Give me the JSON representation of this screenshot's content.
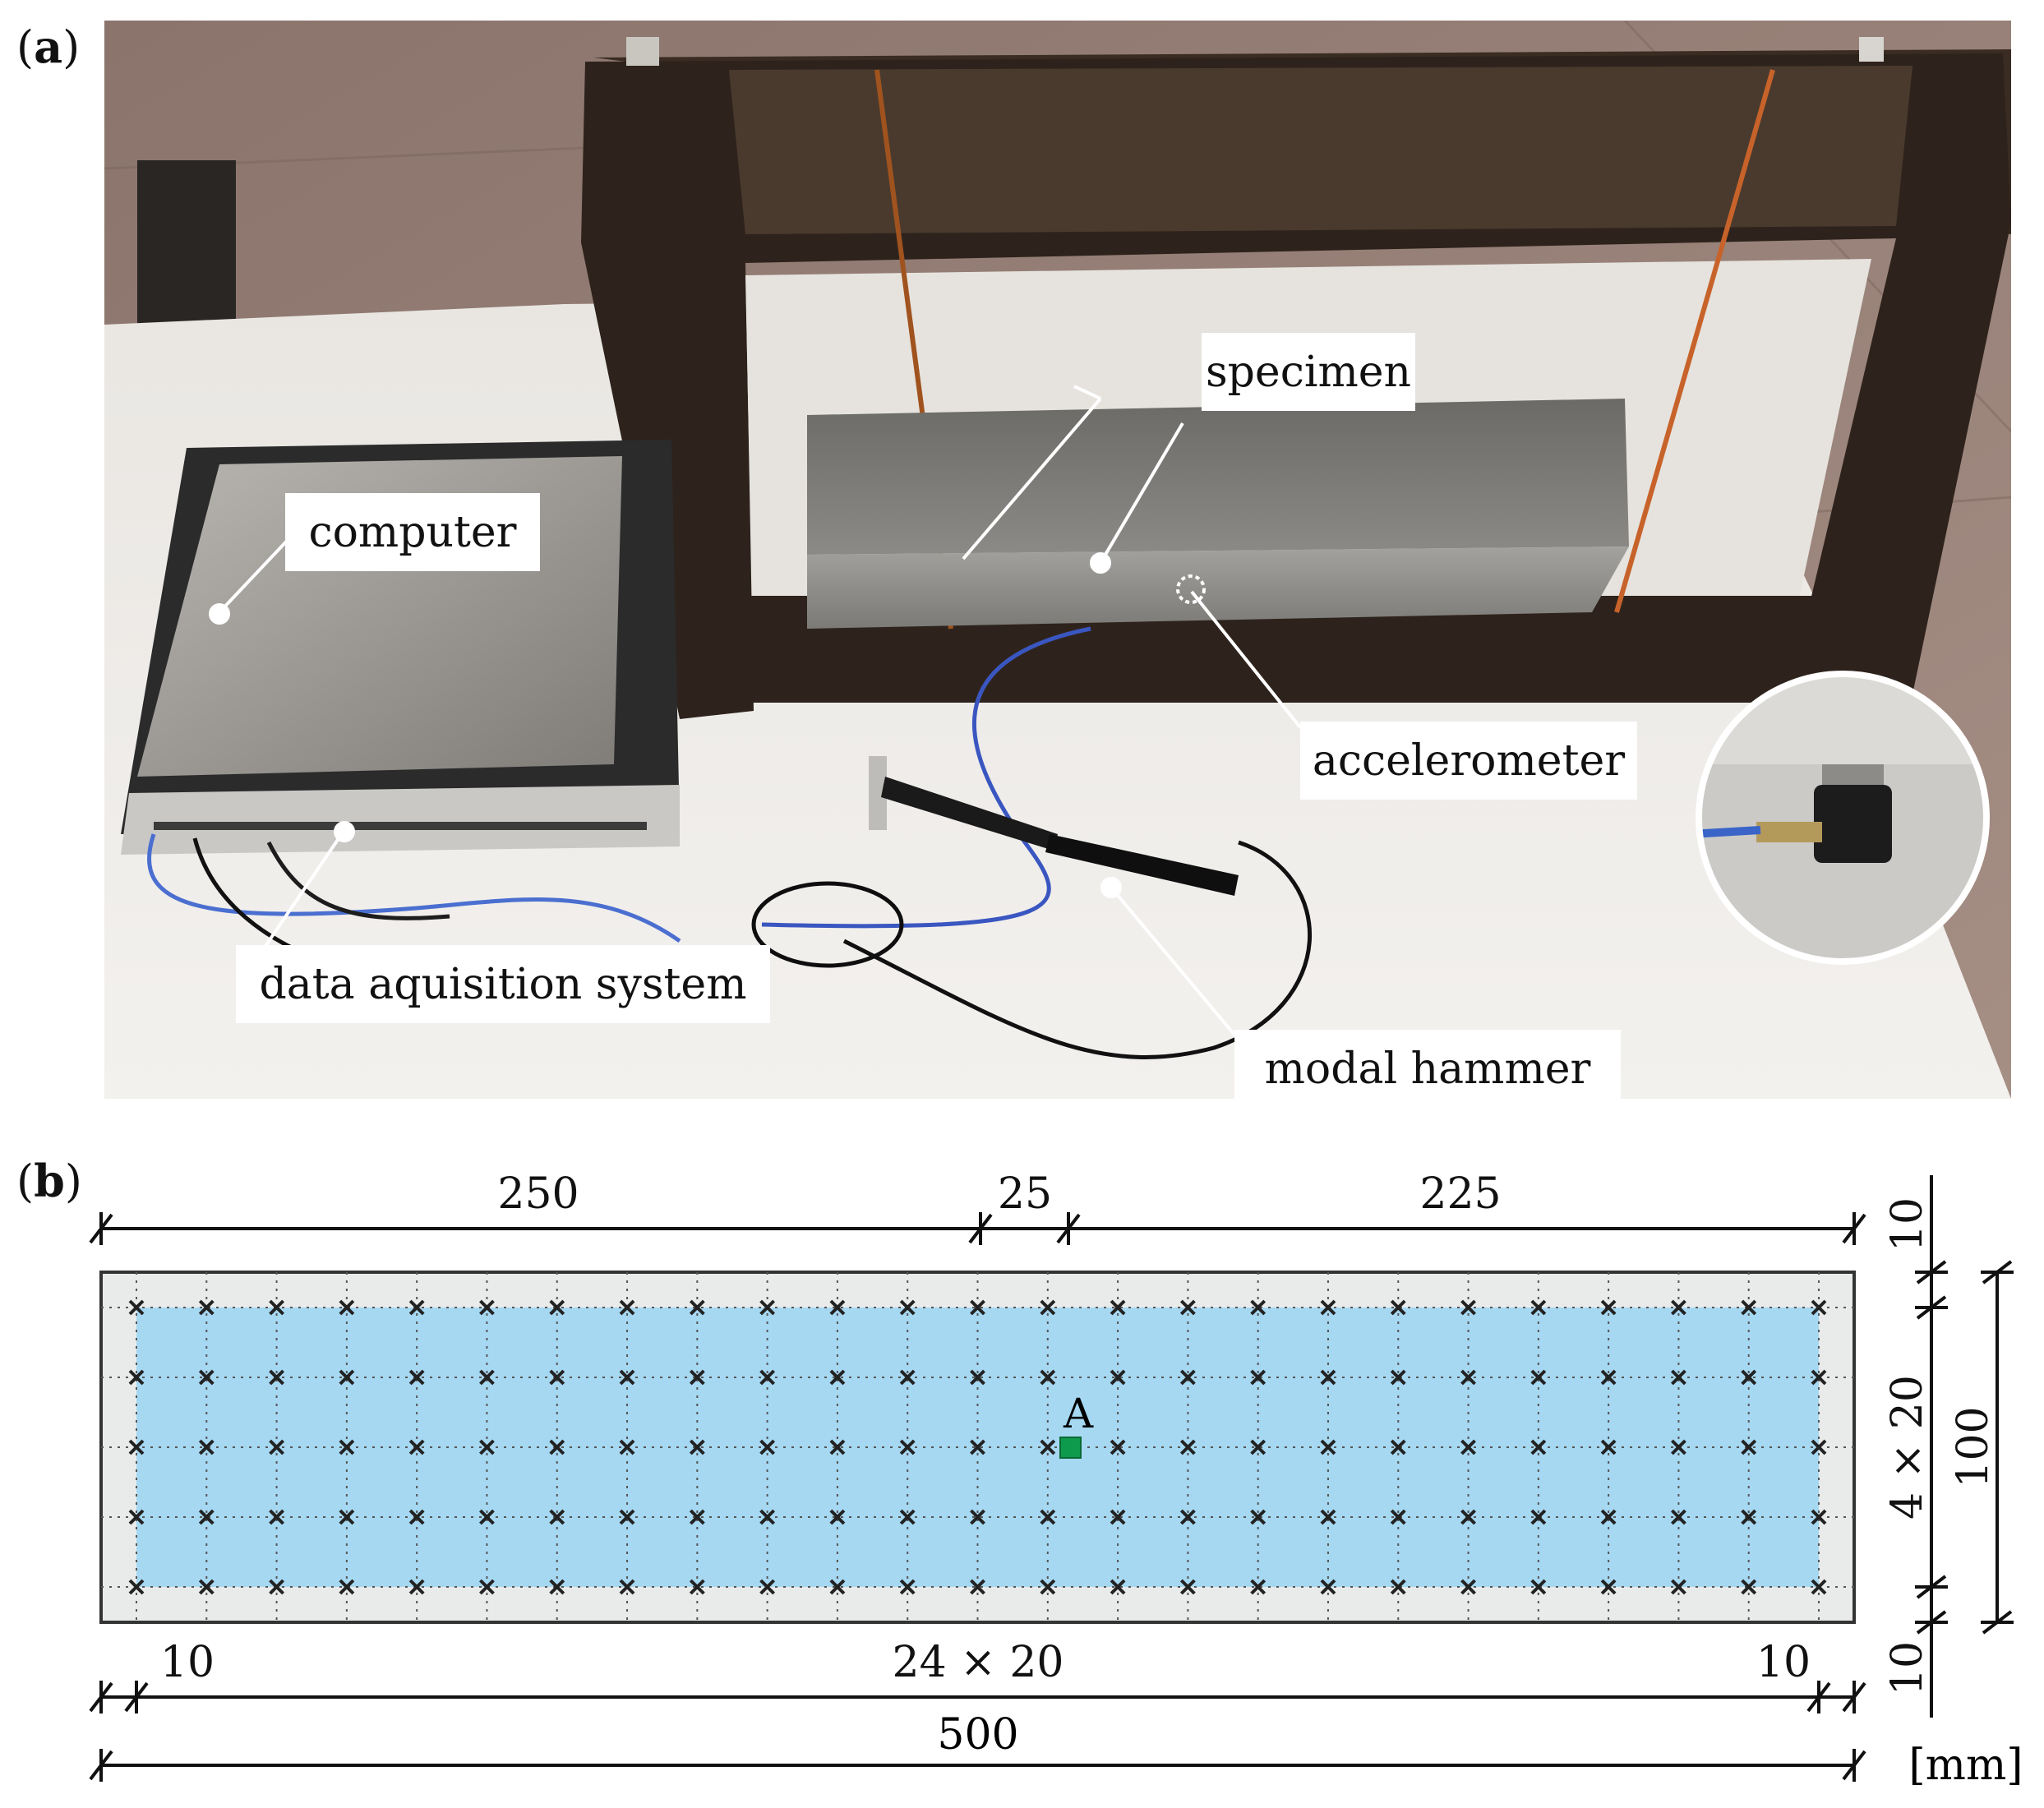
{
  "panel_a": {
    "label_open": "(",
    "label_letter": "a",
    "label_close": ")",
    "callouts": {
      "specimen": "specimen",
      "computer": "computer",
      "accelerometer": "accelerometer",
      "data_acquisition": "data aquisition system",
      "modal_hammer": "modal hammer"
    }
  },
  "panel_b": {
    "label_open": "(",
    "label_letter": "b",
    "label_close": ")",
    "dims_top": [
      "250",
      "25",
      "225"
    ],
    "dims_bottom_small_left": "10",
    "dims_bottom_mid": "24 × 20",
    "dims_bottom_small_right": "10",
    "dim_total": "500",
    "dims_right_top": "10",
    "dims_right_mid": "4 × 20",
    "dims_right_total": "100",
    "dims_right_bottom": "10",
    "point_label": "A",
    "unit": "[mm]",
    "grid_cols": 25,
    "grid_rows": 5
  }
}
